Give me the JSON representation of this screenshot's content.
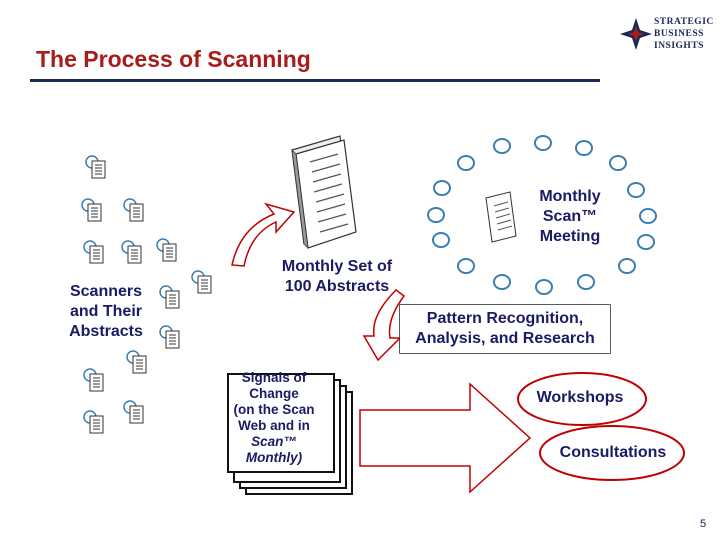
{
  "header": {
    "title": "The Process of Scanning",
    "logo_lines": [
      "STRATEGIC",
      "BUSINESS",
      "INSIGHTS"
    ]
  },
  "diagram": {
    "scanners": {
      "label_lines": [
        "Scanners",
        "and Their",
        "Abstracts"
      ]
    },
    "monthly_set": {
      "label_lines": [
        "Monthly Set of",
        "100 Abstracts"
      ]
    },
    "meeting": {
      "label_lines": [
        "Monthly",
        "Scan™",
        "Meeting"
      ]
    },
    "pattern": {
      "label_lines": [
        "Pattern Recognition,",
        "Analysis, and Research"
      ]
    },
    "signals": {
      "label_lines": [
        "Signals of",
        "Change",
        "(on the Scan",
        "Web and in"
      ],
      "italic_lines": [
        "Scan™",
        "Monthly)"
      ]
    },
    "outputs": {
      "workshops": "Workshops",
      "consultations": "Consultations"
    }
  },
  "footer": {
    "page_number": "5"
  },
  "colors": {
    "title": "#a81c1c",
    "navy": "#1a2a55",
    "label": "#1a1a66",
    "ellipse": "#c00000",
    "bubble": "#3a7fb0"
  }
}
